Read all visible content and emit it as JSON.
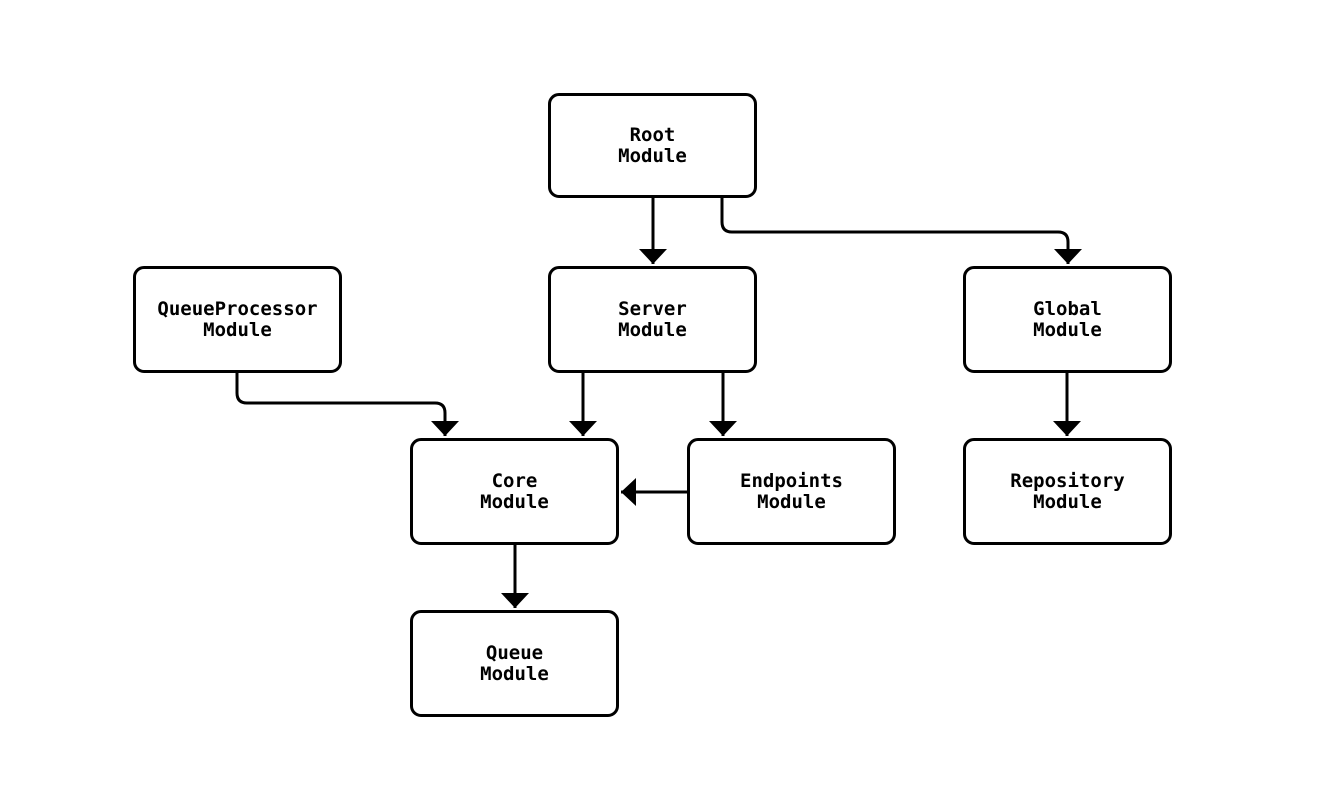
{
  "diagram": {
    "type": "module-dependency-diagram",
    "background_color": "#ffffff",
    "node_fill_color": "#ffffff",
    "node_border_color": "#000000",
    "line_color": "#000000",
    "nodes": [
      {
        "id": "root-module",
        "label": "Root\nModule"
      },
      {
        "id": "queueprocessor-module",
        "label": "QueueProcessor\nModule"
      },
      {
        "id": "server-module",
        "label": "Server\nModule"
      },
      {
        "id": "global-module",
        "label": "Global\nModule"
      },
      {
        "id": "core-module",
        "label": "Core\nModule"
      },
      {
        "id": "endpoints-module",
        "label": "Endpoints\nModule"
      },
      {
        "id": "repository-module",
        "label": "Repository\nModule"
      },
      {
        "id": "queue-module",
        "label": "Queue\nModule"
      }
    ],
    "edges": [
      {
        "from": "Root Module",
        "to": "Server Module"
      },
      {
        "from": "Root Module",
        "to": "Global Module"
      },
      {
        "from": "QueueProcessor Module",
        "to": "Core Module"
      },
      {
        "from": "Server Module",
        "to": "Core Module"
      },
      {
        "from": "Server Module",
        "to": "Endpoints Module"
      },
      {
        "from": "Endpoints Module",
        "to": "Core Module"
      },
      {
        "from": "Global Module",
        "to": "Repository Module"
      },
      {
        "from": "Core Module",
        "to": "Queue Module"
      }
    ]
  }
}
